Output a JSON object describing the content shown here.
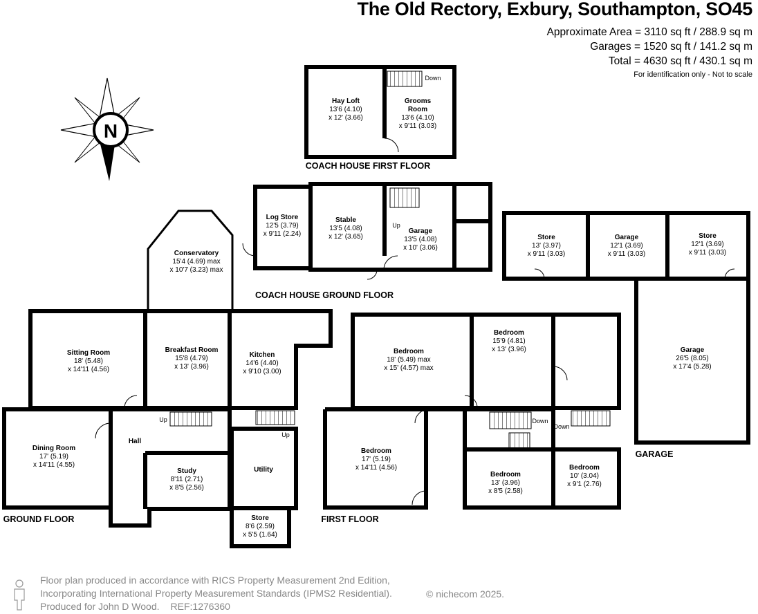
{
  "header": {
    "title": "The Old Rectory, Exbury, Southampton, SO45",
    "area_main": "Approximate Area = 3110 sq ft / 288.9 sq m",
    "area_garages": "Garages = 1520 sq ft / 141.2 sq m",
    "area_total": "Total = 4630 sq ft / 430.1 sq m",
    "note": "For identification only - Not to scale"
  },
  "compass": {
    "letter": "N"
  },
  "sections": {
    "coach_first": "COACH HOUSE FIRST FLOOR",
    "coach_ground": "COACH HOUSE GROUND FLOOR",
    "ground": "GROUND FLOOR",
    "first": "FIRST FLOOR",
    "garage": "GARAGE"
  },
  "rooms": {
    "hay_loft": {
      "name": "Hay Loft",
      "dims": [
        "13'6 (4.10)",
        "x 12' (3.66)"
      ]
    },
    "grooms_room": {
      "name": "Grooms",
      "name2": "Room",
      "dims": [
        "13'6 (4.10)",
        "x 9'11 (3.03)"
      ]
    },
    "log_store": {
      "name": "Log Store",
      "dims": [
        "12'5 (3.79)",
        "x 9'11 (2.24)"
      ]
    },
    "stable": {
      "name": "Stable",
      "dims": [
        "13'5 (4.08)",
        "x 12' (3.65)"
      ]
    },
    "coach_garage": {
      "name": "Garage",
      "dims": [
        "13'5 (4.08)",
        "x 10' (3.06)"
      ]
    },
    "store_a": {
      "name": "Store",
      "dims": [
        "13' (3.97)",
        "x 9'11 (3.03)"
      ]
    },
    "garage_b": {
      "name": "Garage",
      "dims": [
        "12'1 (3.69)",
        "x 9'11 (3.03)"
      ]
    },
    "store_c": {
      "name": "Store",
      "dims": [
        "12'1 (3.69)",
        "x 9'11 (3.03)"
      ]
    },
    "garage_big": {
      "name": "Garage",
      "dims": [
        "26'5 (8.05)",
        "x 17'4 (5.28)"
      ]
    },
    "conservatory": {
      "name": "Conservatory",
      "dims": [
        "15'4 (4.69) max",
        "x 10'7 (3.23) max"
      ]
    },
    "sitting_room": {
      "name": "Sitting Room",
      "dims": [
        "18' (5.48)",
        "x 14'11 (4.56)"
      ]
    },
    "breakfast_room": {
      "name": "Breakfast Room",
      "dims": [
        "15'8 (4.79)",
        "x 13' (3.96)"
      ]
    },
    "kitchen": {
      "name": "Kitchen",
      "dims": [
        "14'6 (4.40)",
        "x 9'10 (3.00)"
      ]
    },
    "dining_room": {
      "name": "Dining Room",
      "dims": [
        "17' (5.19)",
        "x 14'11 (4.55)"
      ]
    },
    "hall": {
      "name": "Hall"
    },
    "study": {
      "name": "Study",
      "dims": [
        "8'11 (2.71)",
        "x 8'5 (2.56)"
      ]
    },
    "utility": {
      "name": "Utility"
    },
    "store_gf": {
      "name": "Store",
      "dims": [
        "8'6 (2.59)",
        "x 5'5 (1.64)"
      ]
    },
    "bedroom_1": {
      "name": "Bedroom",
      "dims": [
        "18' (5.49) max",
        "x 15' (4.57) max"
      ]
    },
    "bedroom_2": {
      "name": "Bedroom",
      "dims": [
        "15'9 (4.81)",
        "x 13' (3.96)"
      ]
    },
    "bedroom_3": {
      "name": "Bedroom",
      "dims": [
        "17' (5.19)",
        "x 14'11 (4.56)"
      ]
    },
    "bedroom_4": {
      "name": "Bedroom",
      "dims": [
        "13' (3.96)",
        "x 8'5 (2.58)"
      ]
    },
    "bedroom_5": {
      "name": "Bedroom",
      "dims": [
        "10' (3.04)",
        "x 9'1 (2.76)"
      ]
    }
  },
  "stair_labels": {
    "down": "Down",
    "up": "Up"
  },
  "footer": {
    "line1": "Floor plan produced in accordance with RICS Property Measurement 2nd Edition,",
    "line2": "Incorporating International Property Measurement Standards (IPMS2 Residential).",
    "copyright": "© nichecom 2025.",
    "produced_for": "Produced for John D Wood.",
    "ref": "REF:1276360"
  }
}
